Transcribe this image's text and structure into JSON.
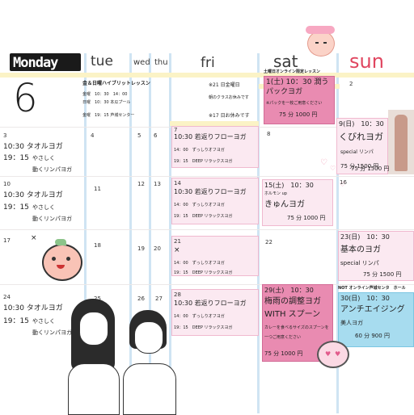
{
  "header": {
    "monday": "Monday",
    "big_number": "6",
    "tue": "tue",
    "wed": "wed",
    "thu": "thu",
    "fri": "fri",
    "sat": "sat",
    "sun": "sun"
  },
  "colors": {
    "magenta": "#e98bb1",
    "pink": "#fbe9f1",
    "cyan": "#a7dcef",
    "column": "#cfe4f3",
    "yellow": "#fbf3c6",
    "sun_red": "#e0455f"
  },
  "info_box": {
    "title": "金＆日曜ハイブリットレッスン",
    "line1": "金曜　10：30　14：00",
    "line2": "日曜　10：30 本瓜プール",
    "line3": "金曜　19：15 芦城センター"
  },
  "notice": {
    "a": "※21 日金曜日",
    "b": "朝のクラスお休みです",
    "c": "※17 日お休みです"
  },
  "sat_header_note": "土曜日オンライン限定レッスン",
  "row1": {
    "mon_num": "3",
    "mon_l1": "10:30 タオルヨガ",
    "mon_l2": "19：15",
    "mon_l2b": "やさしく",
    "mon_l3": "動くリンパヨガ",
    "tue_num": "4",
    "wed_num": "5",
    "thu_num": "6",
    "fri_num": "7",
    "fri_l1": "10:30 若返りフローヨガ",
    "fri_l2": "14：00　ずっしりオフヨガ",
    "fri_l3": "19：15　DEEP リラックスヨガ",
    "sat_num": "8",
    "sat_top_l1": "1(土) 10：30 潤う",
    "sat_top_l2": "パックヨガ",
    "sat_top_l3": "※パックを一枚ご用意ください",
    "sat_top_l4": "75 分 1000 円",
    "sun_top_num": "2",
    "sun_l1": "9(日)　10：30",
    "sun_l2": "くびれヨガ",
    "sun_l3": "special リンパ",
    "sun_l4": "75 分 1500 円"
  },
  "row2": {
    "mon_num": "10",
    "mon_l1": "10:30 タオルヨガ",
    "mon_l2": "19：15",
    "mon_l2b": "やさしく",
    "mon_l3": "動くリンパヨガ",
    "tue_num": "11",
    "wed_num": "12",
    "thu_num": "13",
    "fri_num": "14",
    "fri_l1": "10:30 若返りフローヨガ",
    "fri_l2": "14：00　ずっしりオフヨガ",
    "fri_l3": "19：15　DEEP リラックスヨガ",
    "sat_l1": "15(土)　10：30",
    "sat_l1b": "ホルモン up",
    "sat_l2": "きゅんヨガ",
    "sat_l3": "75 分 1000 円",
    "sun_l1": "16",
    "sun_price": "75 分 1500 円"
  },
  "row3": {
    "mon_num": "17",
    "mon_x": "×",
    "tue_num": "18",
    "wed_num": "19",
    "thu_num": "20",
    "fri_num": "21",
    "fri_x": "×",
    "fri_l2": "14：00　ずっしりオフヨガ",
    "fri_l3": "19：15　DEEP リラックスヨガ",
    "sat_num": "22",
    "sun_l1": "23(日)　10：30",
    "sun_l2": "基本のヨガ",
    "sun_l3": "special リンパ",
    "sun_l4": "75 分 1500 円"
  },
  "row4": {
    "mon_num": "24",
    "mon_l1": "10:30 タオルヨガ",
    "mon_l2": "19：15",
    "mon_l2b": "やさしく",
    "mon_l3": "動くリンパヨガ",
    "tue_num": "25",
    "wed_num": "26",
    "thu_num": "27",
    "fri_num": "28",
    "fri_l1": "10:30 若返りフローヨガ",
    "fri_l2": "14：00　ずっしりオフヨガ",
    "fri_l3": "19：15　DEEP リラックスヨガ",
    "sat_l1": "29(土)　10：30",
    "sat_l2": "梅雨の調整ヨガ",
    "sat_l3": "WITH スプーン",
    "sat_l4": "カレーを食べるサイズのスプーンを",
    "sat_l5": "一つご用意ください",
    "sat_l6": "75 分 1000 円",
    "sun_note": "NOT オンライン芦城センタ　ホール",
    "sun_l1": "30(日)　10：30",
    "sun_l2": "アンチエイジング",
    "sun_l3": "美人ヨガ",
    "sun_l4": "60 分 900 円"
  }
}
